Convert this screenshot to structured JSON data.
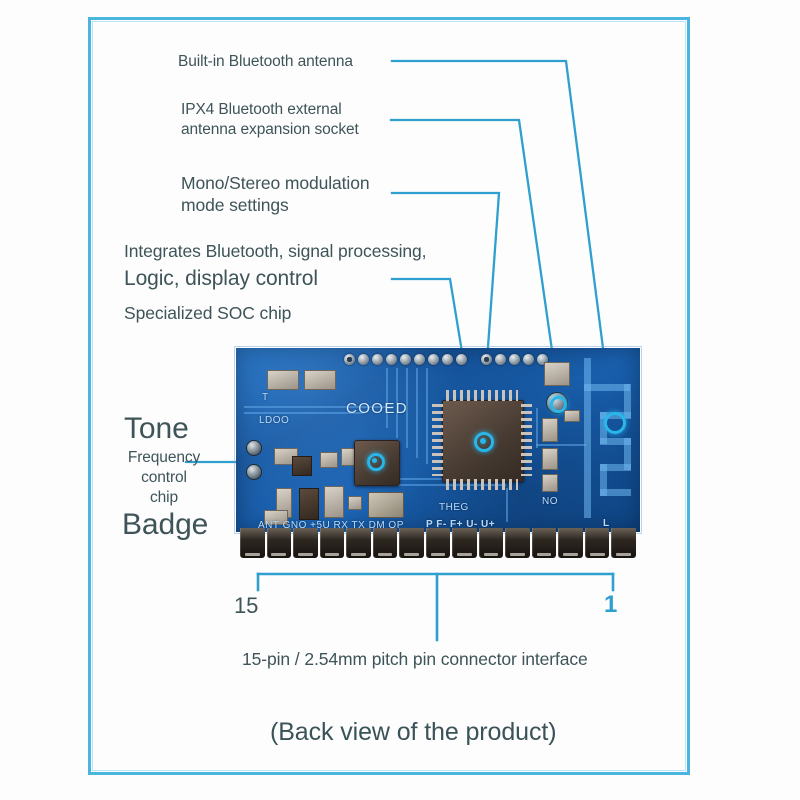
{
  "frame": {
    "accent_color": "#4bb4df",
    "inner_color": "#bfe5f4"
  },
  "callouts": {
    "antenna": "Built-in Bluetooth antenna",
    "ipx4": "IPX4 Bluetooth external\nantenna expansion socket",
    "mono": "Mono/Stereo modulation\nmode settings",
    "integrates": "Integrates Bluetooth, signal processing,",
    "logic": "Logic, display control",
    "soc": "Specialized SOC chip",
    "tone": "Tone",
    "frequency": "Frequency\ncontrol\nchip",
    "badge": "Badge"
  },
  "pin_connector": {
    "label": "15-pin / 2.54mm pitch pin connector interface",
    "left_number": "15",
    "right_number": "1",
    "left_number_color": "#3e5458",
    "right_number_color": "#2f9fd0",
    "pin_count": 15
  },
  "caption": "(Back view of the product)",
  "board": {
    "silkscreen": {
      "t": "T",
      "ldoo": "LDOO",
      "cooed": "COOED",
      "theg": "THEG",
      "no": "NO",
      "left_pins": "ANT GNO +5U RX TX DM OP",
      "right_pins": "P  F-   F+  U- U+",
      "l": "L"
    },
    "colors": {
      "pcb": "#15559f",
      "silk": "#b8dcff",
      "marker": "#29b6ea"
    },
    "top_pad_count_left": 9,
    "top_pad_count_right": 5
  },
  "text_color": "#3e5458"
}
